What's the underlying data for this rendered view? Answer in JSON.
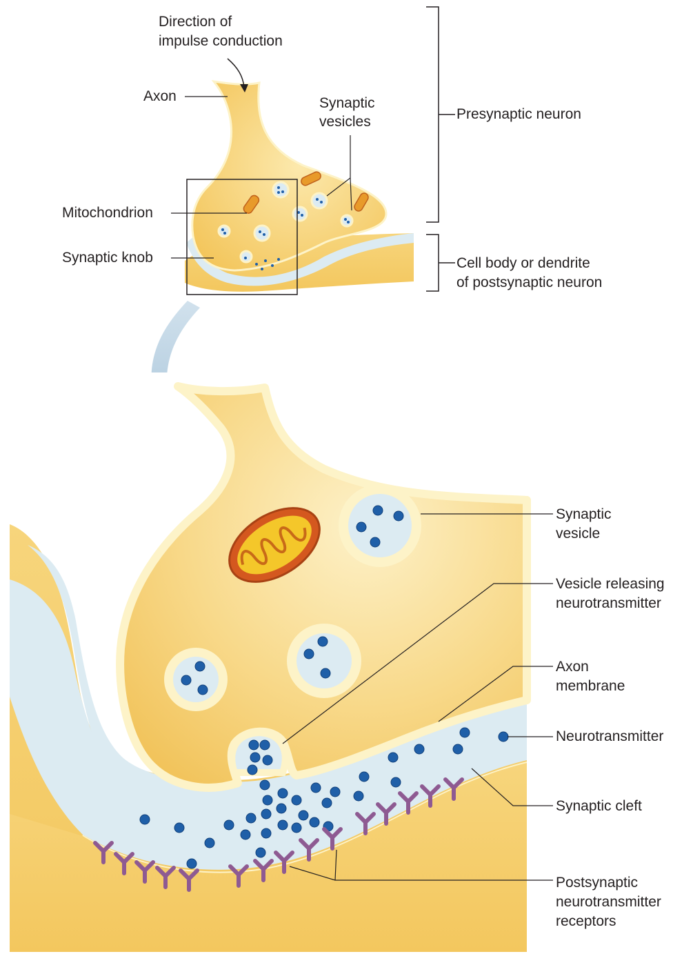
{
  "labels": {
    "direction_line1": "Direction of",
    "direction_line2": "impulse conduction",
    "axon": "Axon",
    "synaptic_vesicles_line1": "Synaptic",
    "synaptic_vesicles_line2": "vesicles",
    "presynaptic_neuron": "Presynaptic neuron",
    "mitochondrion": "Mitochondrion",
    "synaptic_knob": "Synaptic knob",
    "postsynaptic_cell_line1": "Cell body or dendrite",
    "postsynaptic_cell_line2": "of postsynaptic neuron",
    "synaptic_vesicle_line1": "Synaptic",
    "synaptic_vesicle_line2": "vesicle",
    "vesicle_releasing_line1": "Vesicle releasing",
    "vesicle_releasing_line2": "neurotransmitter",
    "axon_membrane_line1": "Axon",
    "axon_membrane_line2": "membrane",
    "neurotransmitter": "Neurotransmitter",
    "synaptic_cleft": "Synaptic cleft",
    "receptors_line1": "Postsynaptic",
    "receptors_line2": "neurotransmitter",
    "receptors_line3": "receptors"
  },
  "colors": {
    "cytoplasm": "#f6cf6c",
    "cytoplasm_light": "#fbe6a4",
    "membrane": "#fdf3c8",
    "cleft": "#dcebf2",
    "neurotransmitter": "#1f5fa8",
    "receptor": "#8e5a92",
    "mitochondrion_outer": "#d4581f",
    "mitochondrion_inner": "#f4c72a",
    "zoom_arrow": "#a9c6dc",
    "leader_line": "#231f20"
  }
}
